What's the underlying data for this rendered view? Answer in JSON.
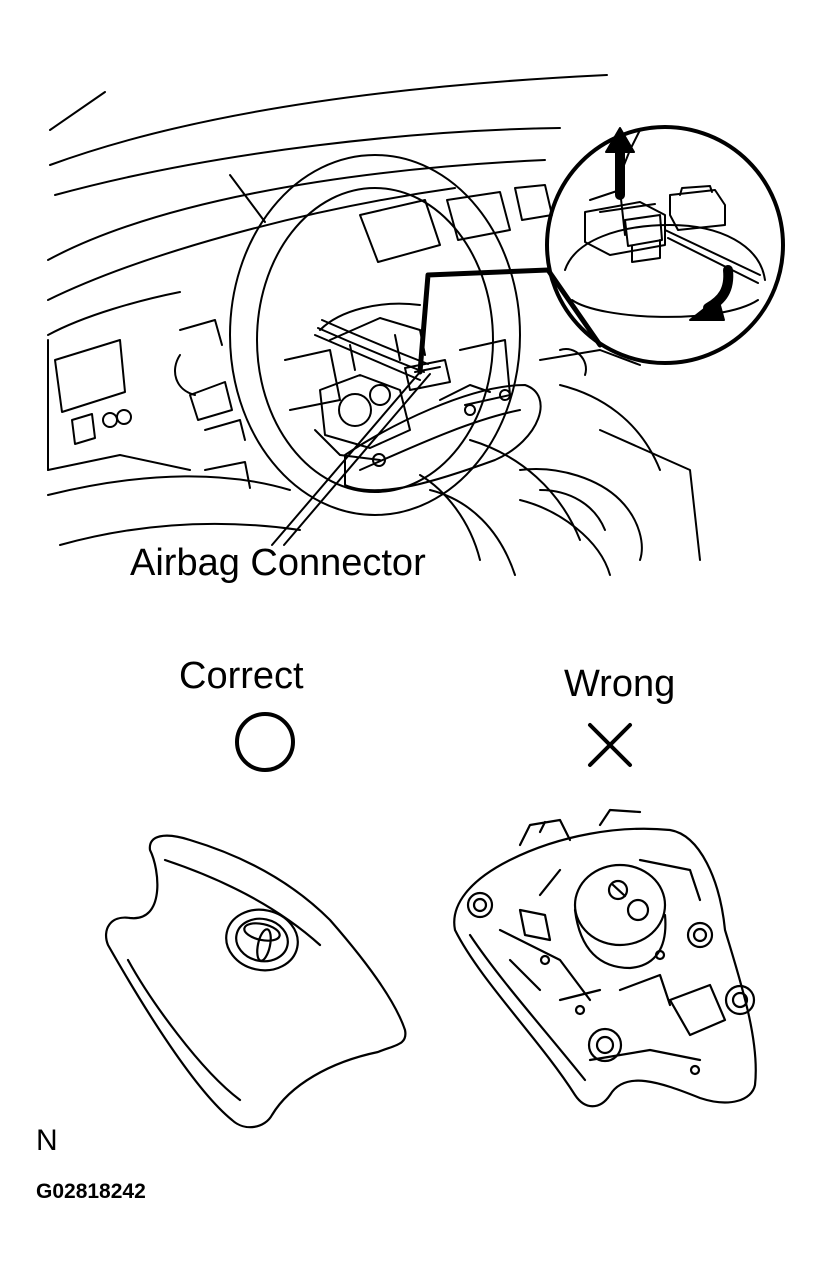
{
  "labels": {
    "connector": "Airbag Connector",
    "correct": "Correct",
    "wrong": "Wrong",
    "corner": "N",
    "code": "G02818242"
  },
  "symbols": {
    "correct": "circle-icon",
    "wrong": "cross-icon"
  },
  "colors": {
    "ink": "#000000",
    "paper": "#ffffff"
  }
}
